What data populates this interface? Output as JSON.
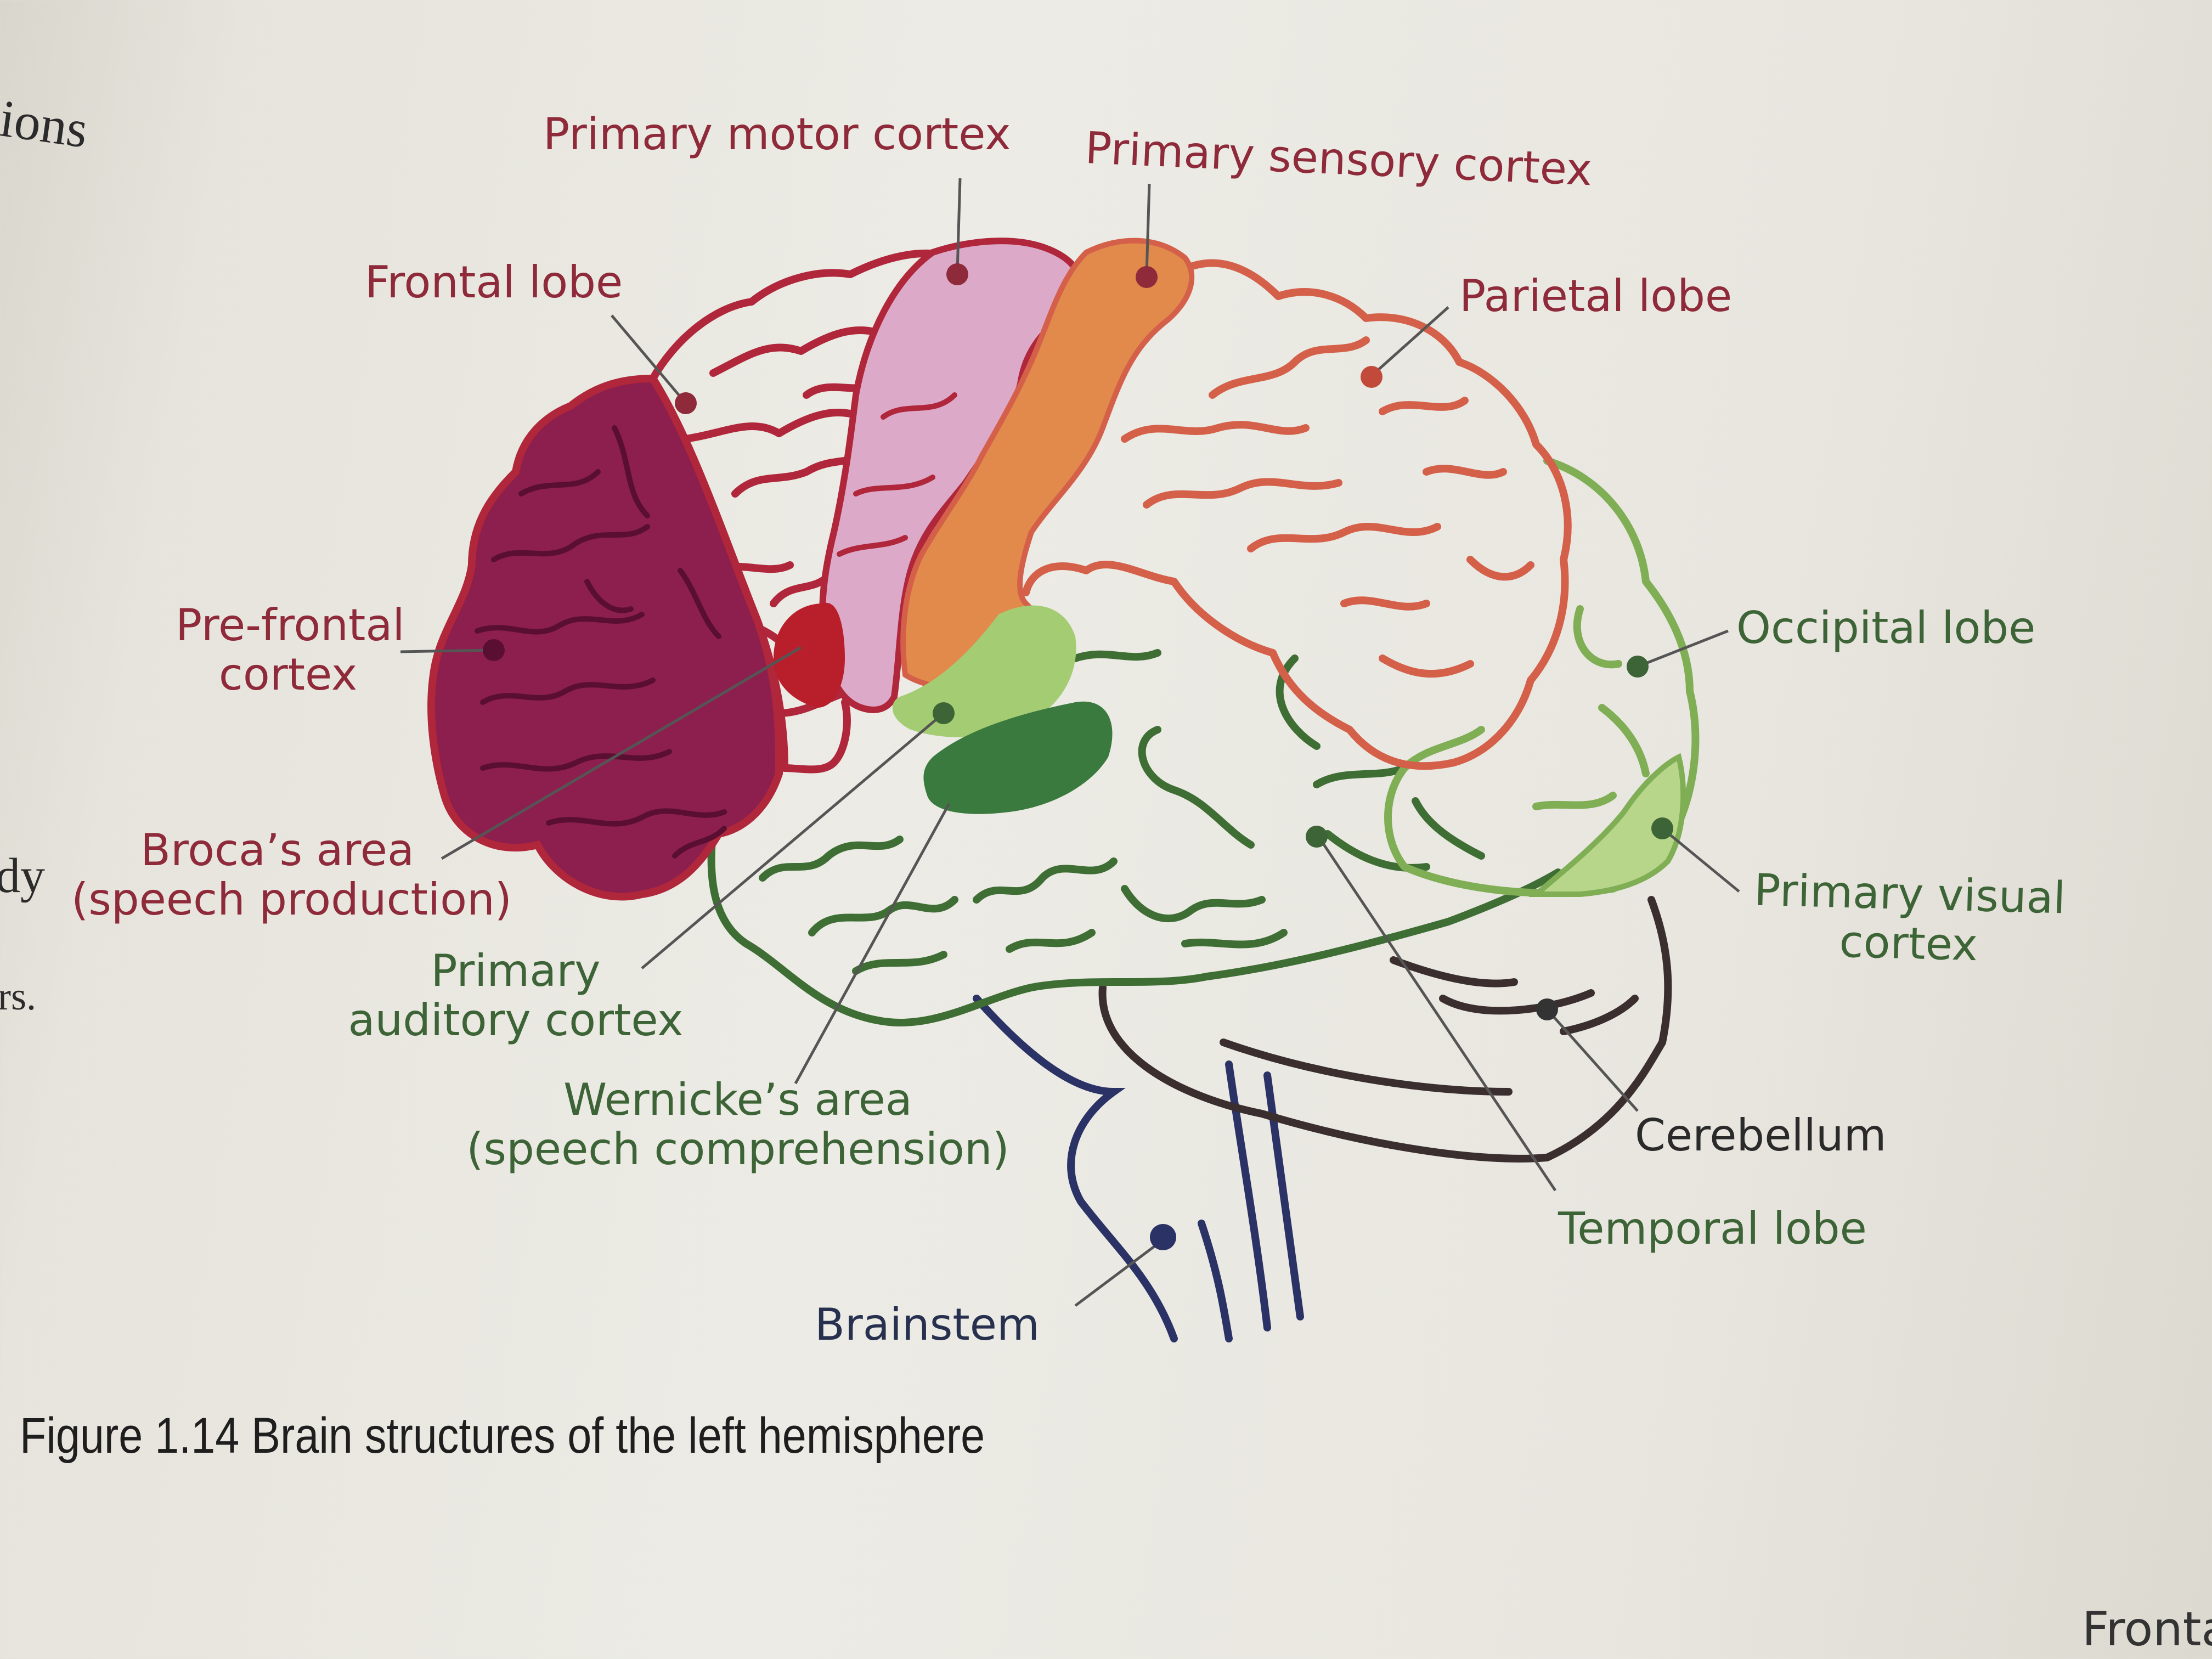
{
  "margin": {
    "fragment_top": "ions",
    "fragment_mid": "dy",
    "fragment_low": "rs."
  },
  "labels": {
    "primary_motor_cortex": "Primary motor cortex",
    "primary_sensory_cortex": "Primary sensory cortex",
    "frontal_lobe": "Frontal lobe",
    "parietal_lobe": "Parietal lobe",
    "prefrontal_cortex_line1": "Pre-frontal",
    "prefrontal_cortex_line2": "cortex",
    "occipital_lobe": "Occipital lobe",
    "brocas_area_line1": "Broca’s area",
    "brocas_area_line2": "(speech production)",
    "primary_auditory_line1": "Primary",
    "primary_auditory_line2": "auditory cortex",
    "primary_visual_line1": "Primary visual",
    "primary_visual_line2": "cortex",
    "wernickes_line1": "Wernicke’s area",
    "wernickes_line2": "(speech comprehension)",
    "cerebellum": "Cerebellum",
    "temporal_lobe": "Temporal lobe",
    "brainstem": "Brainstem"
  },
  "caption": "Figure 1.14 Brain structures of the left hemisphere",
  "footer": "Fronta",
  "colors": {
    "prefrontal": "#8c1f4e",
    "frontal_outline": "#b0263a",
    "motor": "#dca9c8",
    "sensory": "#e2894c",
    "parietal_outline": "#d4604a",
    "broca": "#b81f2a",
    "auditory": "#a4cc72",
    "wernicke": "#3a7a3e",
    "temporal_outline": "#3f6e35",
    "occipital_outline": "#7fae55",
    "visual": "#b7d68a",
    "cerebellum_outline": "#3a2e2e",
    "brainstem": "#2a3266",
    "label_red": "#8e2a3a",
    "label_green": "#3d6436",
    "label_navy": "#27304f"
  }
}
